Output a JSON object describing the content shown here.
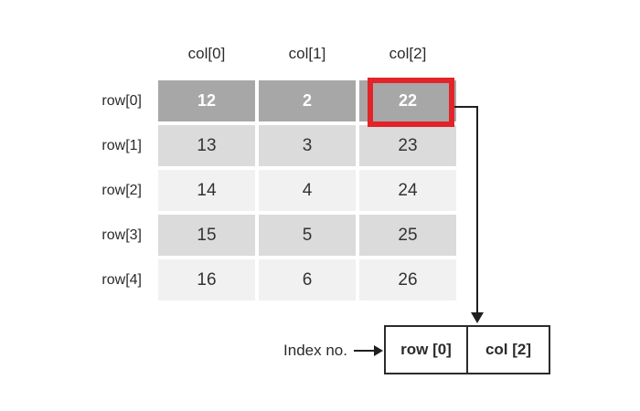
{
  "colors": {
    "header_row_bg": "#a7a7a7",
    "band_dark": "#dbdbdb",
    "band_light": "#f1f1f1",
    "highlight_border": "#e2232a",
    "arrow": "#1f1f1f",
    "label_text": "#2b2b2b",
    "cell_text": "#333333",
    "header_cell_text": "#ffffff",
    "box_border": "#2b2b2b"
  },
  "matrix": {
    "col_headers": [
      "col[0]",
      "col[1]",
      "col[2]"
    ],
    "row_headers": [
      "row[0]",
      "row[1]",
      "row[2]",
      "row[3]",
      "row[4]"
    ],
    "rows": [
      [
        "12",
        "2",
        "22"
      ],
      [
        "13",
        "3",
        "23"
      ],
      [
        "14",
        "4",
        "24"
      ],
      [
        "15",
        "5",
        "25"
      ],
      [
        "16",
        "6",
        "26"
      ]
    ],
    "highlight": {
      "row_index": 0,
      "col_index": 2,
      "value": "22"
    }
  },
  "index_pointer": {
    "label": "Index no.",
    "row_cell": "row [0]",
    "col_cell": "col [2]"
  }
}
